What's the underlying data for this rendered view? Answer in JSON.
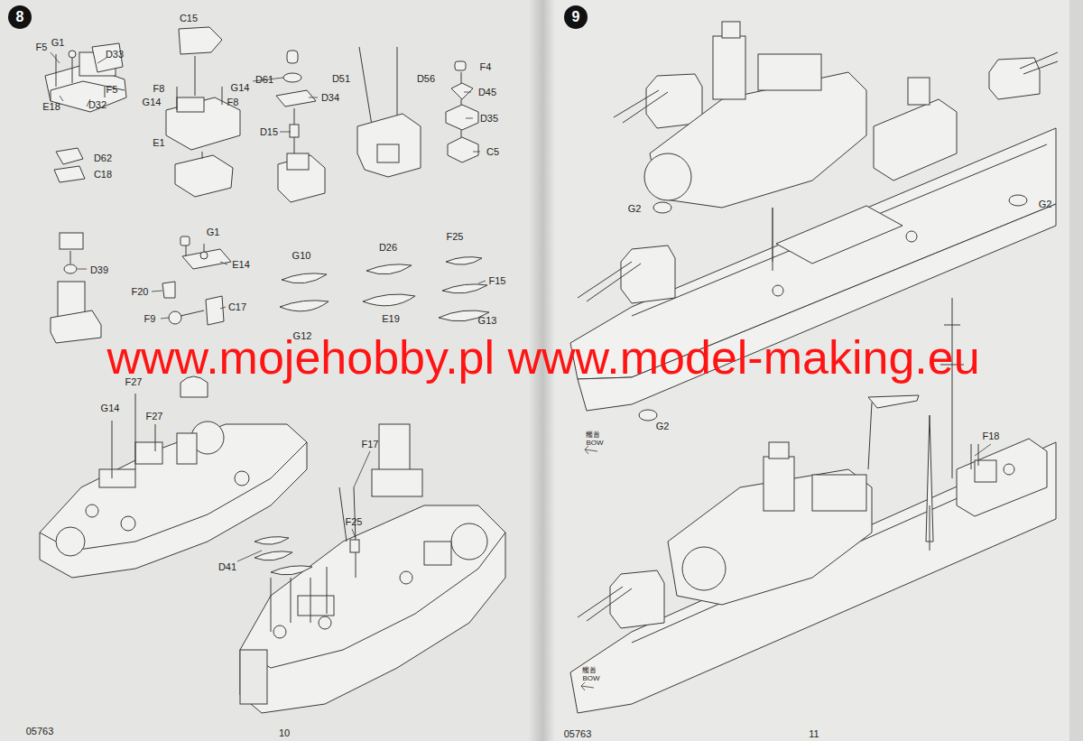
{
  "diagram": {
    "nodes": [
      {
        "text": [
          "8"
        ]
      },
      {
        "text": [
          "9"
        ]
      }
    ],
    "labels": [
      "F5",
      "G1",
      "D33",
      "F5",
      "D32",
      "E18",
      "C15",
      "F8",
      "G14",
      "G14",
      "F8",
      "E1",
      "D61",
      "D34",
      "D15",
      "D51",
      "D56",
      "F4",
      "D45",
      "D35",
      "C5",
      "D62",
      "C18",
      "D39",
      "G1",
      "E14",
      "F20",
      "C17",
      "F9",
      "G10",
      "G12",
      "D26",
      "E19",
      "F25",
      "F15",
      "G13",
      "F27",
      "G14",
      "F27",
      "F17",
      "F25",
      "D41",
      "G2",
      "G2",
      "G2",
      "艦首",
      "BOW",
      "F18",
      "艦首",
      "BOW",
      "05763",
      "10",
      "05763",
      "11",
      "www.mojehobby.pl www.model-making.eu"
    ]
  }
}
